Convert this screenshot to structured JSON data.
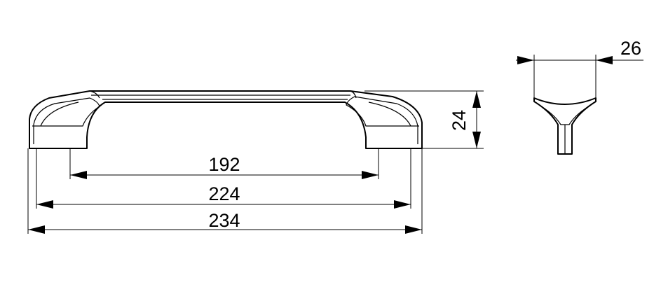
{
  "dimensions": {
    "hole_spacing": "192",
    "inner_length": "224",
    "overall_length": "234",
    "height": "24",
    "width": "26"
  }
}
